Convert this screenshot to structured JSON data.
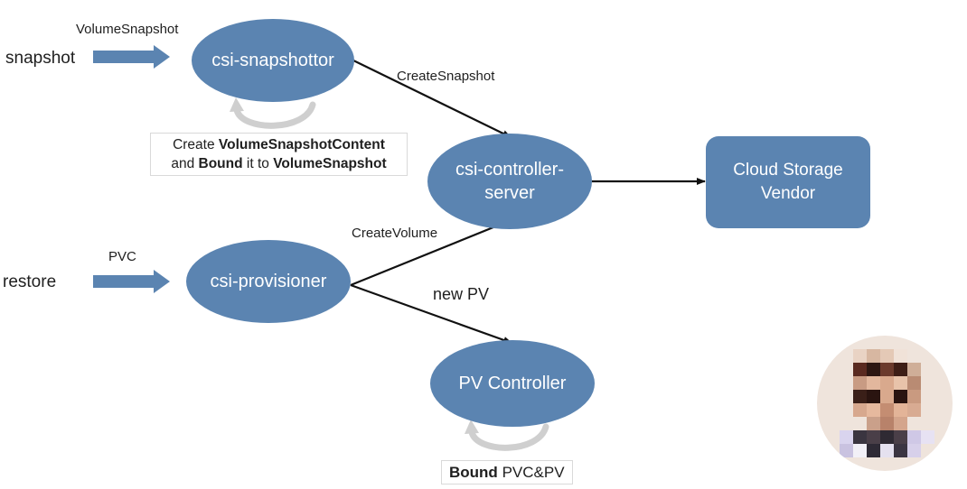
{
  "inputs": {
    "snapshot": {
      "label": "snapshot",
      "resource": "VolumeSnapshot"
    },
    "restore": {
      "label": "restore",
      "resource": "PVC"
    }
  },
  "nodes": {
    "snapshotter": "csi-snapshottor",
    "controller_server": "csi-controller-server",
    "controller_server_line1": "csi-controller-",
    "controller_server_line2": "server",
    "provisioner": "csi-provisioner",
    "pv_controller": "PV Controller",
    "cloud_storage": "Cloud Storage Vendor",
    "cloud_storage_line1": "Cloud Storage",
    "cloud_storage_line2": "Vendor"
  },
  "edges": {
    "create_snapshot": "CreateSnapshot",
    "create_volume": "CreateVolume",
    "new_pv": "new PV"
  },
  "notes": {
    "snapshot_note": {
      "w1": "Create",
      "w2": "VolumeSnapshotContent",
      "w3": "and",
      "w4": "Bound",
      "w5": "it to",
      "w6": "VolumeSnapshot"
    },
    "pv_note": {
      "w1": "Bound",
      "w2": "PVC&PV"
    }
  },
  "colors": {
    "node_fill": "#5b84b1",
    "arrow_blue": "#5b84b1",
    "edge": "#111111",
    "loop_grey": "#c8c8c8"
  }
}
